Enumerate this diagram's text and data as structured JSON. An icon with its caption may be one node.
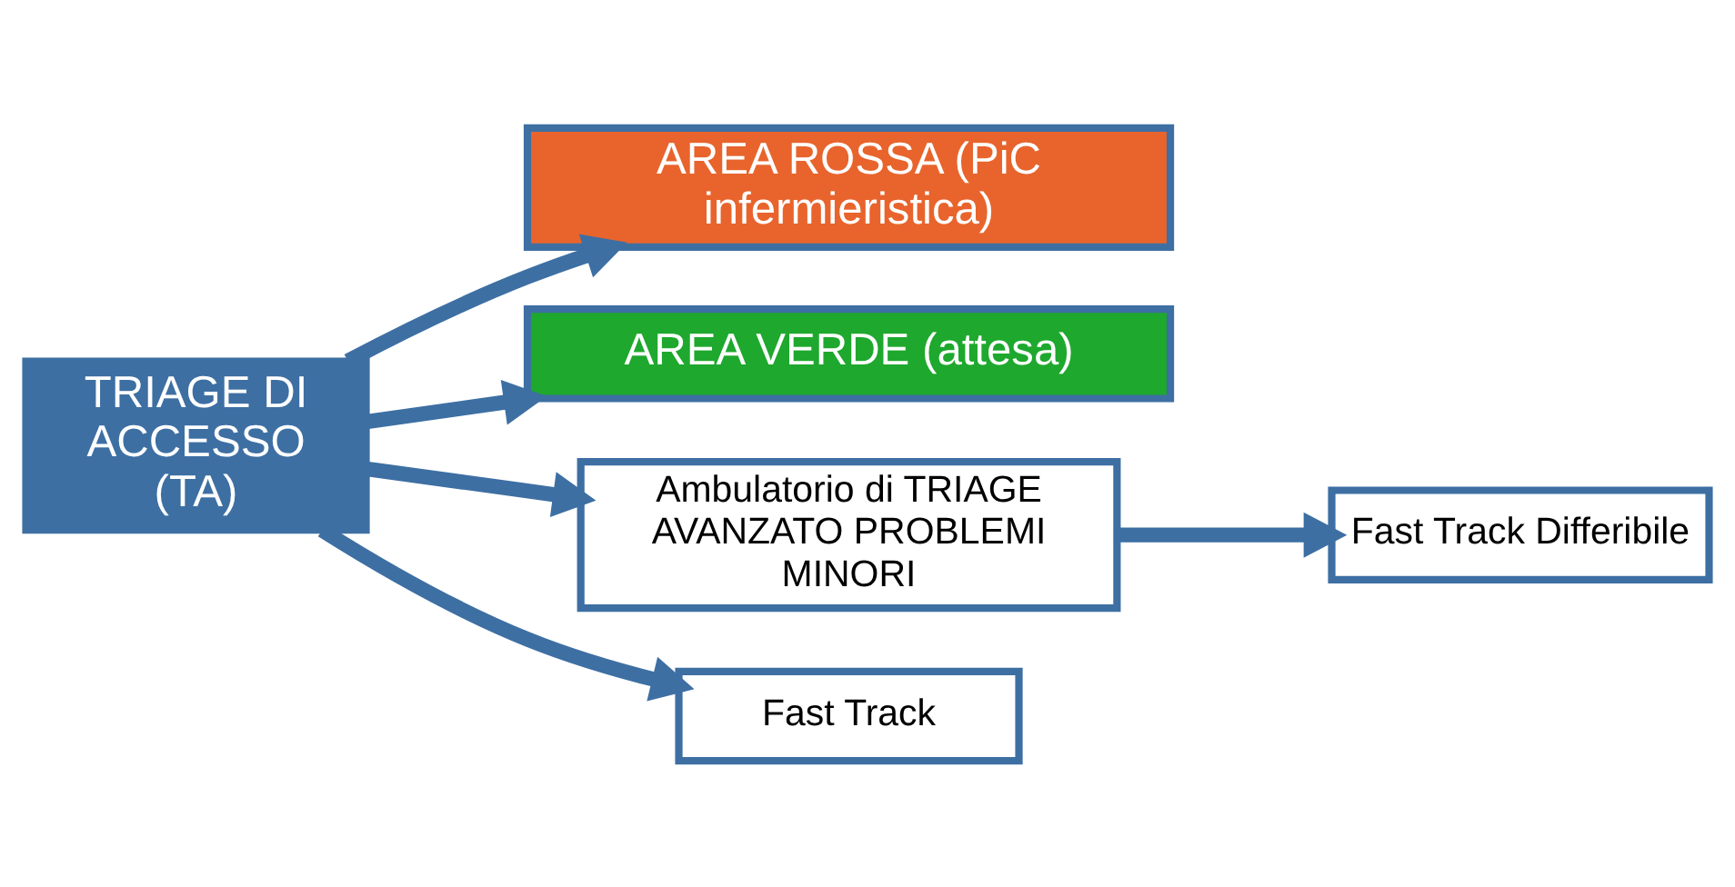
{
  "diagram": {
    "nodes": [
      {
        "text": [
          "TRIAGE DI ACCESSO (TA)"
        ]
      },
      {
        "text": [
          "AREA ROSSA (PiC infermieristica)"
        ]
      },
      {
        "text": [
          "AREA VERDE (attesa)"
        ]
      },
      {
        "text": [
          "Ambulatorio di TRIAGE AVANZATO PROBLEMI MINORI"
        ]
      },
      {
        "text": [
          "Fast Track"
        ]
      },
      {
        "text": [
          "Fast Track Differibile"
        ]
      }
    ],
    "edges": [
      {
        "from": 0,
        "to": 1,
        "arrow": "to"
      },
      {
        "from": 0,
        "to": 2,
        "arrow": "to"
      },
      {
        "from": 0,
        "to": 3,
        "arrow": "to"
      },
      {
        "from": 0,
        "to": 4,
        "arrow": "to"
      },
      {
        "from": 3,
        "to": 5,
        "arrow": "to"
      }
    ]
  }
}
